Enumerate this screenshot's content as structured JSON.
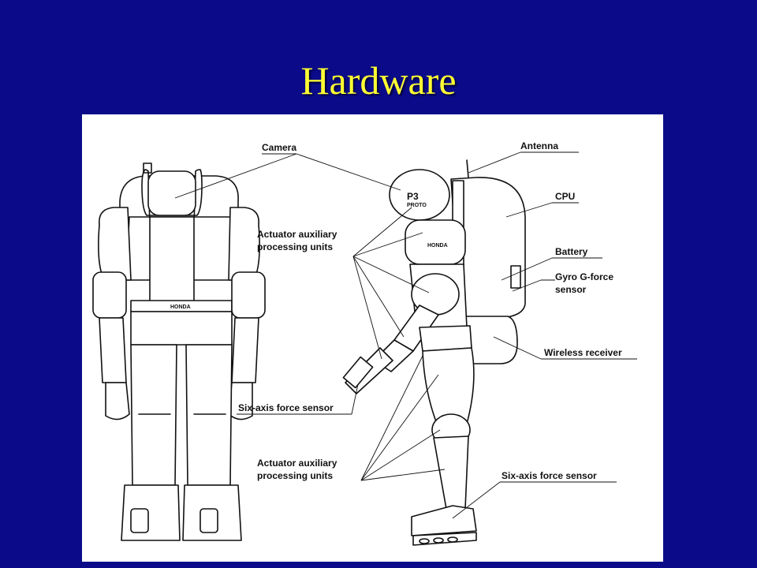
{
  "slide": {
    "title": "Hardware",
    "colors": {
      "background": "#0b0b8a",
      "title": "#ffff33"
    }
  },
  "diagram": {
    "labels": {
      "camera": "Camera",
      "antenna": "Antenna",
      "cpu": "CPU",
      "actuator_upper_1": "Actuator auxiliary",
      "actuator_upper_2": "processing units",
      "battery": "Battery",
      "gyro_1": "Gyro G-force",
      "gyro_2": "sensor",
      "wireless": "Wireless receiver",
      "six_axis_hand": "Six-axis force sensor",
      "actuator_lower_1": "Actuator auxiliary",
      "actuator_lower_2": "processing units",
      "six_axis_foot": "Six-axis force sensor"
    },
    "branding": {
      "body_mark": "HONDA",
      "head_mark": "P3",
      "head_sub": "PROTO"
    }
  }
}
